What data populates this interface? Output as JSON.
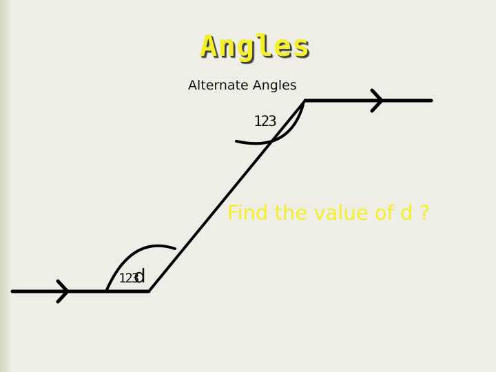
{
  "slide": {
    "title": "Angles",
    "subtitle": "Alternate Angles",
    "question": "Find the value of d ?"
  },
  "diagram": {
    "upper_angle_label": "123",
    "lower_angle_label": "123",
    "variable_label": "d"
  },
  "colors": {
    "background": "#eeeee6",
    "title": "#f3f02a",
    "question": "#f3f02a",
    "lines": "#000000"
  }
}
